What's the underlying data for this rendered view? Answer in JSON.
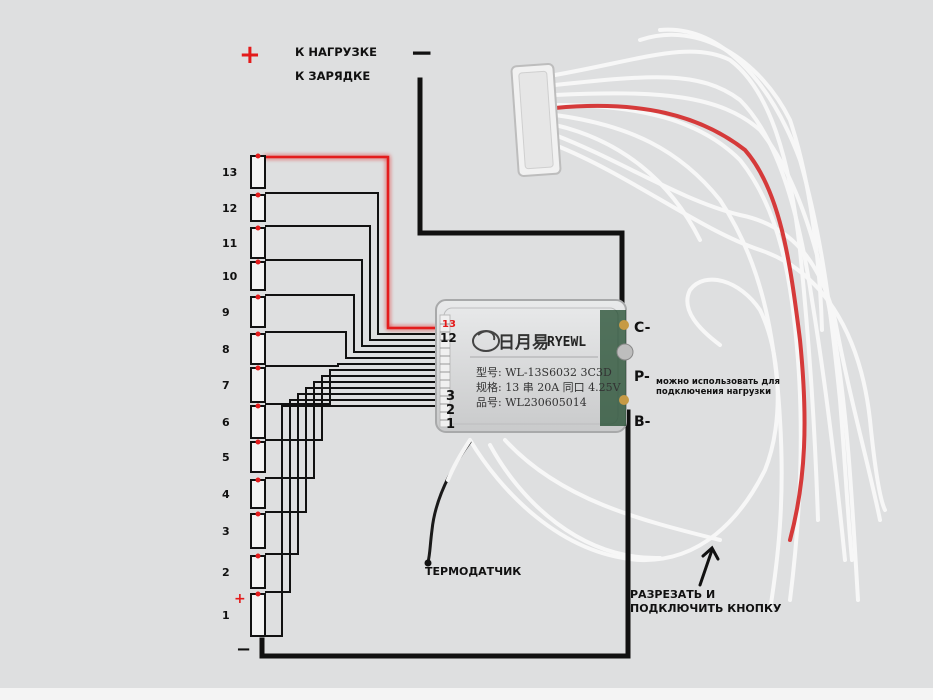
{
  "labels": {
    "plus": "+",
    "minus": "−",
    "load": "К НАГРУЗКЕ",
    "charge": "К ЗАРЯДКЕ",
    "thermo": "ТЕРМОДАТЧИК",
    "cut_line1": "РАЗРЕЗАТЬ И",
    "cut_line2": "ПОДКЛЮЧИТЬ КНОПКУ",
    "pminus_note1": "можно использовать для",
    "pminus_note2": "подключения нагрузки",
    "c_minus": "C-",
    "p_minus": "P-",
    "b_minus": "B-",
    "small_plus": "+",
    "bottom_minus": "−"
  },
  "cells": [
    "13",
    "12",
    "11",
    "10",
    "9",
    "8",
    "7",
    "6",
    "5",
    "4",
    "3",
    "2",
    "1"
  ],
  "board": {
    "brand": "RYEWL",
    "logo_text": "日月易",
    "line1": "型号: WL-13S6032 3C3D",
    "line2": "规格: 13 串 20A 同口 4.25V",
    "line3": "品号: WL230605014",
    "pin_13": "13",
    "pin_12": "12",
    "pin_3": "3",
    "pin_2": "2",
    "pin_1": "1"
  },
  "colors": {
    "background": "#dedfe0",
    "wire": "#111111",
    "positive": "#e31b1b",
    "board": "#d6d7d8"
  }
}
